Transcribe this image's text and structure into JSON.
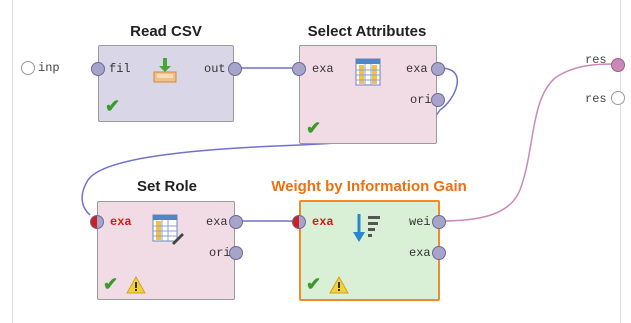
{
  "left_port": {
    "label": "inp"
  },
  "right_ports": [
    {
      "label": "res"
    },
    {
      "label": "res"
    }
  ],
  "operators": {
    "read_csv": {
      "title": "Read CSV",
      "ports_in": [
        "fil"
      ],
      "ports_out": [
        "out"
      ]
    },
    "select_attributes": {
      "title": "Select Attributes",
      "ports_in": [
        "exa"
      ],
      "ports_out": [
        "exa",
        "ori"
      ]
    },
    "set_role": {
      "title": "Set Role",
      "ports_in": [
        "exa"
      ],
      "ports_out": [
        "exa",
        "ori"
      ]
    },
    "weight_info_gain": {
      "title": "Weight by Information Gain",
      "ports_in": [
        "exa"
      ],
      "ports_out": [
        "wei",
        "exa"
      ]
    }
  },
  "colors": {
    "selected_title": "#f07010",
    "operator_fill_default": "#d9d6e8",
    "operator_fill_pink": "#f1dce6",
    "operator_fill_green": "#d9efd6",
    "wire": "#6f72c9",
    "wire_result": "#c88ab8"
  }
}
